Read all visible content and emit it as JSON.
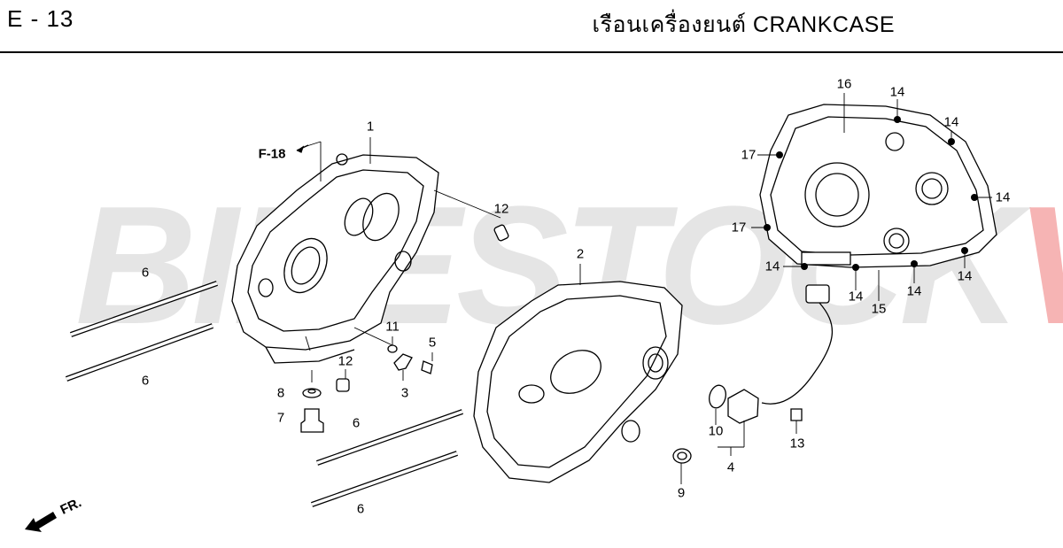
{
  "header": {
    "code": "E - 13",
    "title": "เรือนเครื่องยนต์  CRANKCASE"
  },
  "watermark": {
    "main": "BIKESTOCK",
    "suffix": "VN"
  },
  "reference": "F-18",
  "direction": "FR.",
  "callouts": {
    "p1": "1",
    "p2": "2",
    "p3": "3",
    "p4": "4",
    "p5": "5",
    "p6a": "6",
    "p6b": "6",
    "p6c": "6",
    "p6d": "6",
    "p7": "7",
    "p8": "8",
    "p9": "9",
    "p10": "10",
    "p11": "11",
    "p12a": "12",
    "p12b": "12",
    "p13": "13",
    "p14a": "14",
    "p14b": "14",
    "p14c": "14",
    "p14d": "14",
    "p14e": "14",
    "p14f": "14",
    "p14g": "14",
    "p15": "15",
    "p16": "16",
    "p17a": "17",
    "p17b": "17"
  }
}
